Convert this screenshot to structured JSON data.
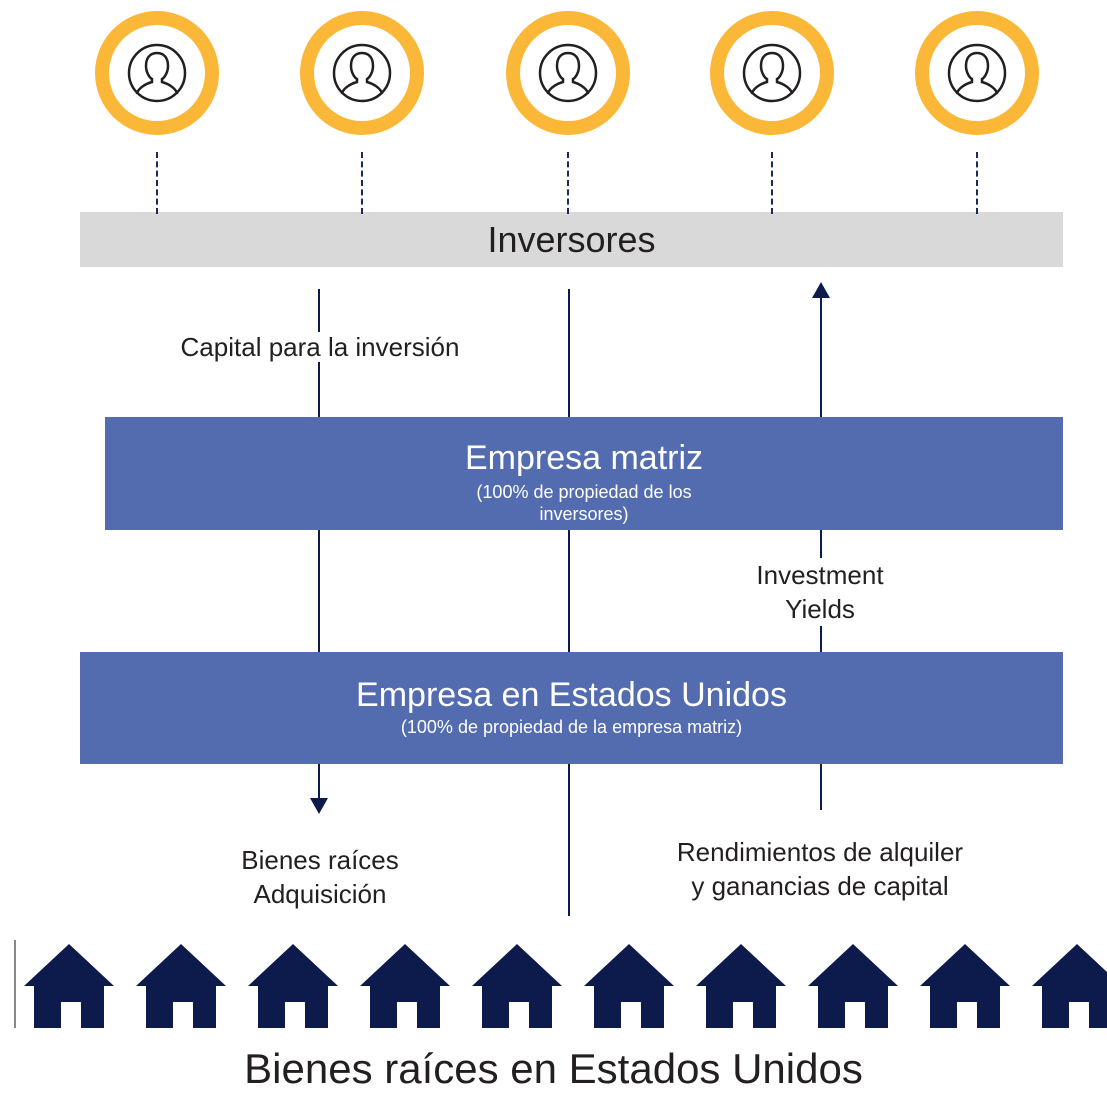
{
  "investors": {
    "count": 5,
    "icon": "person-icon",
    "ring_color": "#fbb737",
    "label": "Inversores"
  },
  "flows": {
    "capital_label": "Capital para la inversión",
    "yields_label_line1": "Investment",
    "yields_label_line2": "Yields",
    "acquisition_line1": "Bienes raíces",
    "acquisition_line2": "Adquisición",
    "returns_line1": "Rendimientos de alquiler",
    "returns_line2": "y ganancias de capital"
  },
  "parent_company": {
    "title": "Empresa matriz",
    "subtitle_line1": "(100% de propiedad de los",
    "subtitle_line2": "inversores)"
  },
  "us_company": {
    "title": "Empresa en Estados Unidos",
    "subtitle": "(100% de propiedad de la empresa matriz)"
  },
  "properties": {
    "count": 10,
    "icon": "house-icon",
    "color": "#0d1b4c",
    "label": "Bienes raíces en Estados Unidos"
  },
  "colors": {
    "box": "#536cb0",
    "line": "#0d1b4c",
    "investors_bar": "#d9d9d9"
  }
}
